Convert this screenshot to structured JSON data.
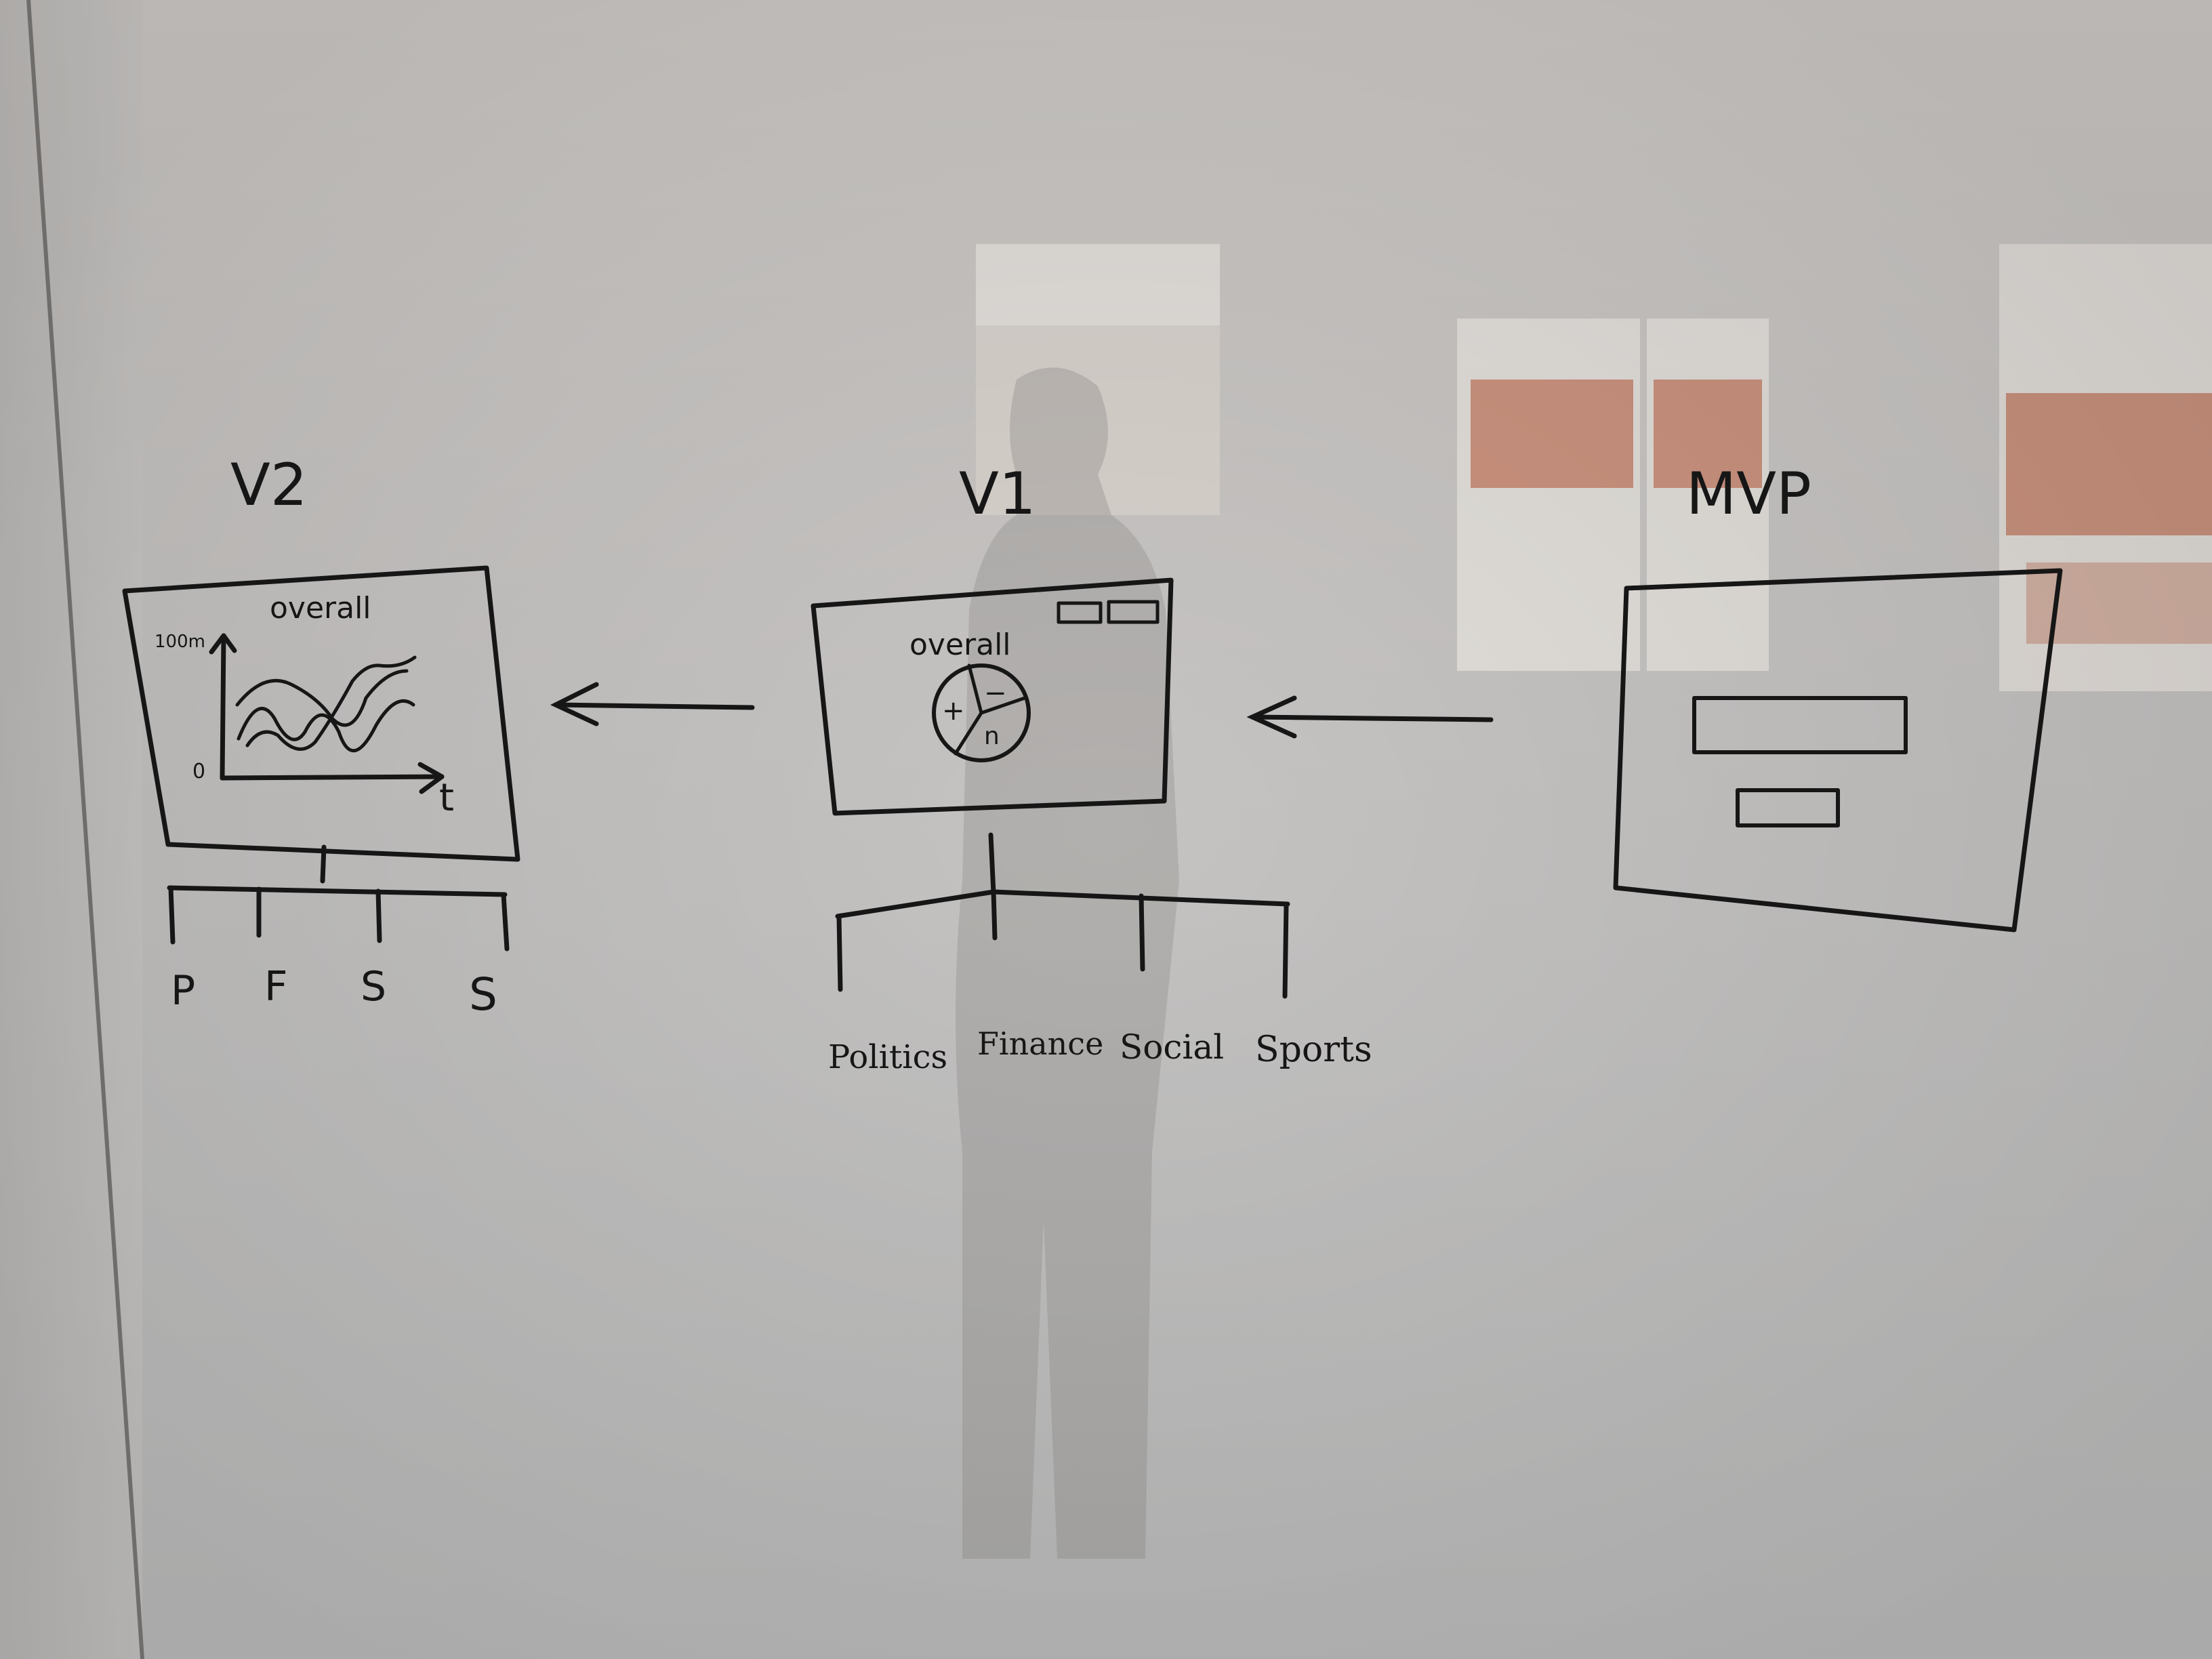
{
  "stages": {
    "v2": {
      "title": "V2",
      "screen_label": "overall",
      "y_axis_max": "100m",
      "y_axis_min": "0",
      "x_axis_label": "t",
      "branches": [
        "P",
        "F",
        "S",
        "S"
      ]
    },
    "v1": {
      "title": "V1",
      "screen_label": "overall",
      "pie_symbols": [
        "+",
        "−",
        "n"
      ],
      "branches": [
        "Politics",
        "Finance",
        "Social",
        "Sports"
      ]
    },
    "mvp": {
      "title": "MVP"
    }
  },
  "colors": {
    "marker": "#161616",
    "board": "#c9c6c4",
    "window_glare": "#ece9e4",
    "brick_reflection": "#c7866e"
  }
}
